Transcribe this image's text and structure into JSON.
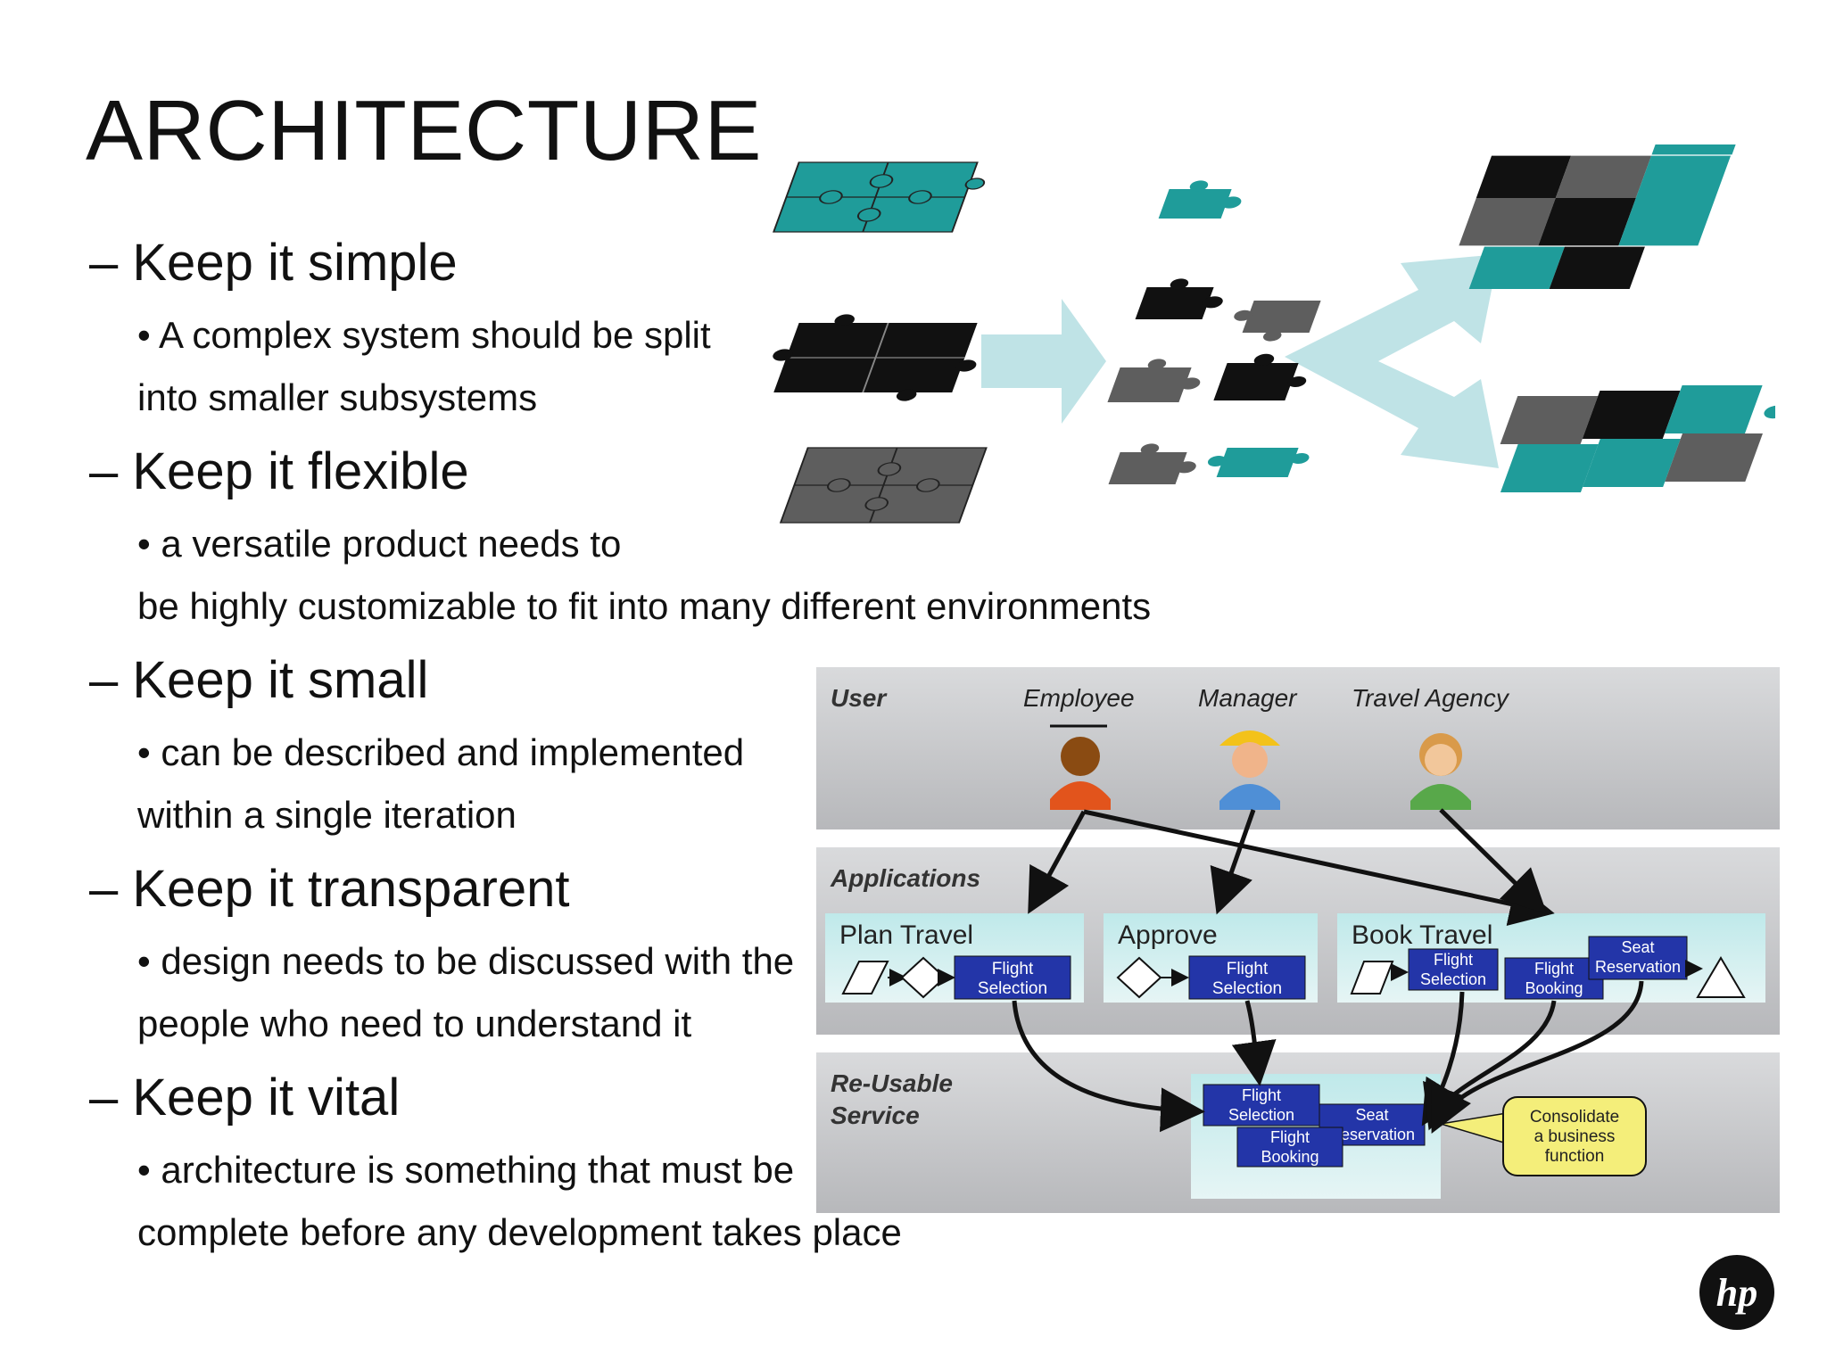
{
  "slide": {
    "title": "ARCHITECTURE",
    "points": [
      {
        "heading": "– Keep it simple",
        "lines": [
          "• A complex system should be split",
          "into smaller subsystems"
        ]
      },
      {
        "heading": "– Keep it flexible",
        "lines": [
          "• a versatile product needs to",
          "be highly customizable to fit into many different environments"
        ]
      },
      {
        "heading": "– Keep it small",
        "lines": [
          "• can be described and implemented",
          "within a single iteration"
        ]
      },
      {
        "heading": "– Keep it transparent",
        "lines": [
          "• design needs to be discussed with the",
          "people who need to understand it"
        ]
      },
      {
        "heading": "– Keep it vital",
        "lines": [
          "• architecture is something that must be",
          "complete before any development takes place"
        ]
      }
    ]
  },
  "diagram": {
    "lanes": {
      "user": "User",
      "applications": "Applications",
      "service_line1": "Re-Usable",
      "service_line2": "Service"
    },
    "actors": {
      "employee": "Employee",
      "manager": "Manager",
      "agency": "Travel Agency"
    },
    "apps": {
      "plan": "Plan Travel",
      "approve": "Approve",
      "book": "Book Travel"
    },
    "boxes": {
      "flight_line1": "Flight",
      "selection_line2": "Selection",
      "booking_line2": "Booking",
      "seat_line1": "Seat",
      "reservation_line2": "Reservation"
    },
    "callout": {
      "line1": "Consolidate",
      "line2": "a business",
      "line3": "function"
    }
  },
  "colors": {
    "teal": "#1f9c9a",
    "black": "#111111",
    "gray": "#5e5e5e",
    "arrow": "#bfe3e6",
    "box_blue": "#2335a8",
    "callout": "#f4ee7a"
  },
  "logo": {
    "icon": "hp-logo-icon"
  }
}
